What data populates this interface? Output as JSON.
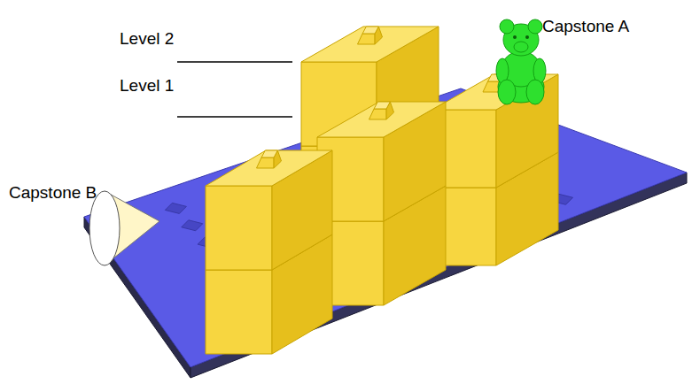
{
  "diagram": {
    "labels": [
      "Level 2",
      "Level 1",
      "Capstone A",
      "Capstone B"
    ]
  }
}
